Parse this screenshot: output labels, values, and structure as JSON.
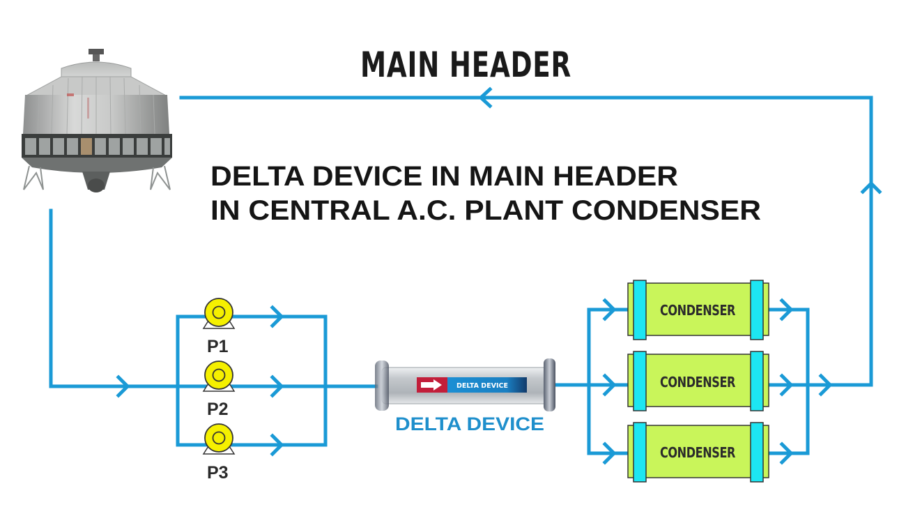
{
  "diagram": {
    "main_header_label": "MAIN HEADER",
    "title_line1": "DELTA DEVICE IN MAIN HEADER",
    "title_line2": "IN CENTRAL A.C. PLANT CONDENSER",
    "cooling_tower": {
      "icon": "cooling-tower-icon"
    },
    "pumps": [
      {
        "label": "P1",
        "icon": "pump-icon"
      },
      {
        "label": "P2",
        "icon": "pump-icon"
      },
      {
        "label": "P3",
        "icon": "pump-icon"
      }
    ],
    "delta_device": {
      "label": "DELTA DEVICE",
      "tag_label": "DELTA DEVICE",
      "icon": "delta-device-icon"
    },
    "condensers": [
      {
        "label": "CONDENSER"
      },
      {
        "label": "CONDENSER"
      },
      {
        "label": "CONDENSER"
      }
    ],
    "flow_direction": "clockwise: tower -> pumps -> delta device -> condensers -> main header -> tower",
    "colors": {
      "pipe": "#1a9ad6",
      "pump_fill": "#f5f000",
      "condenser_body": "#c9f55a",
      "condenser_cap": "#1de6f2",
      "delta_label": "#1f8fcc",
      "text": "#151515"
    }
  }
}
